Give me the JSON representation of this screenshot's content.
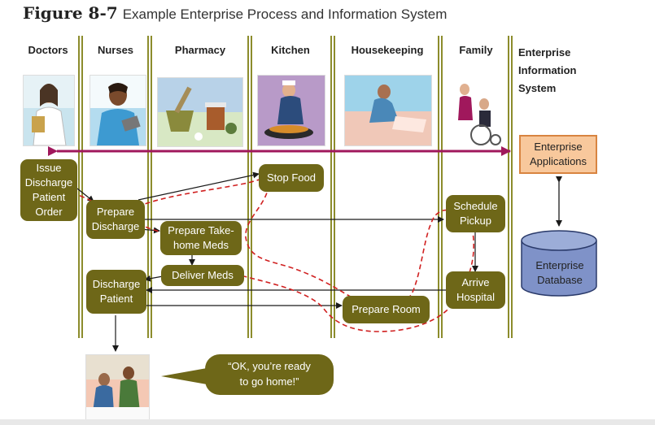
{
  "figure": {
    "number": "Figure 8-7",
    "title": "Example Enterprise Process and Information System"
  },
  "lanes": [
    "Doctors",
    "Nurses",
    "Pharmacy",
    "Kitchen",
    "Housekeeping",
    "Family"
  ],
  "eis_label": [
    "Enterprise",
    "Information",
    "System"
  ],
  "boxes": {
    "issue_discharge": [
      "Issue",
      "Discharge",
      "Patient",
      "Order"
    ],
    "prepare_discharge": [
      "Prepare",
      "Discharge"
    ],
    "prepare_takehome": [
      "Prepare Take-",
      "home Meds"
    ],
    "deliver_meds": [
      "Deliver Meds"
    ],
    "discharge_patient": [
      "Discharge",
      "Patient"
    ],
    "stop_food": [
      "Stop Food"
    ],
    "prepare_room": [
      "Prepare Room"
    ],
    "schedule_pickup": [
      "Schedule",
      "Pickup"
    ],
    "arrive_hospital": [
      "Arrive",
      "Hospital"
    ]
  },
  "enterprise_applications": [
    "Enterprise",
    "Applications"
  ],
  "enterprise_database": [
    "Enterprise",
    "Database"
  ],
  "speech_bubble": [
    "“OK, you’re ready",
    "to go home!”"
  ],
  "colors": {
    "box_fill": "#6e6718",
    "divider": "#8c8c2c",
    "bus_arrow": "#a0185c",
    "dashed_path": "#d02020",
    "app_fill": "#f8c89c",
    "db_fill": "#7f92c8"
  }
}
